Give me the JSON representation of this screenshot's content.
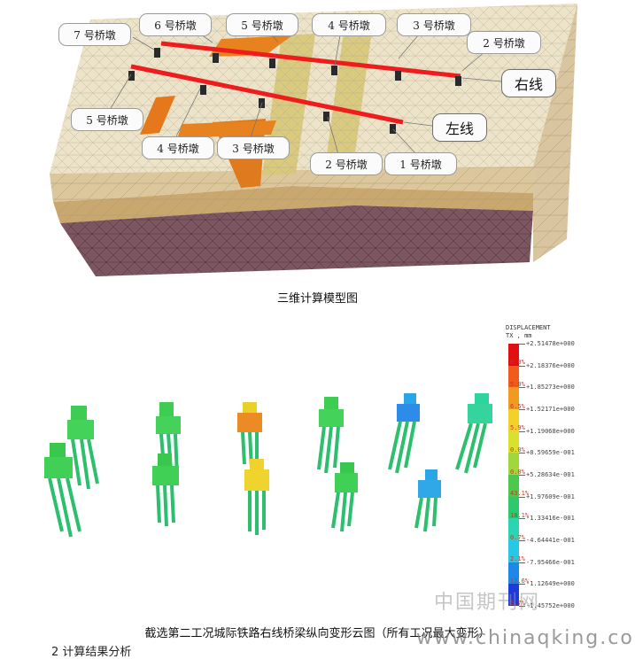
{
  "model": {
    "right_line_label": "右线",
    "left_line_label": "左线",
    "right_piers": [
      "7 号桥墩",
      "6 号桥墩",
      "5 号桥墩",
      "4 号桥墩",
      "3 号桥墩",
      "2 号桥墩"
    ],
    "left_piers": [
      "5 号桥墩",
      "4 号桥墩",
      "3 号桥墩",
      "2 号桥墩",
      "1 号桥墩"
    ],
    "caption": "三维计算模型图",
    "colors": {
      "line": "#ee1c1c",
      "soil_top": "#ece3c8",
      "soil_side": "#dcc79c",
      "clay": "#c9a86f",
      "rock": "#7b5560",
      "orange_structure": "#e8821e",
      "tunnel_band": "#d7c876"
    }
  },
  "contour": {
    "legend_title": [
      "DISPLACEMENT",
      "TX , mm"
    ],
    "legend_values": [
      "+2.51478e+000",
      "+2.18376e+000",
      "+1.85273e+000",
      "+1.52171e+000",
      "+1.19068e+000",
      "+8.59659e-001",
      "+5.28634e-001",
      "+1.97609e-001",
      "-1.33416e-001",
      "-4.64441e-001",
      "-7.95466e-001",
      "-1.12649e+000",
      "-1.45752e+000"
    ],
    "legend_percents": [
      "0.0%",
      "5.0%",
      "6.5%",
      "5.9%",
      "0.0%",
      "0.0%",
      "43.1%",
      "18.1%",
      "0.7%",
      "2.1%",
      "12.6%",
      "5.7%"
    ],
    "legend_colors": [
      "#e01010",
      "#f05a1a",
      "#f09a20",
      "#f0d22a",
      "#d8e22e",
      "#9ed83a",
      "#4cc84a",
      "#2ec86e",
      "#2cd4b4",
      "#26c8e6",
      "#1e88e8",
      "#1f3ad8"
    ],
    "caption": "截选第二工况城际铁路右线桥梁纵向变形云图（所有工况最大变形）"
  },
  "watermark": {
    "text_cn": "中国期刊网",
    "url": "www.chinaqking.com"
  },
  "partial_text": "2 计算结果分析"
}
